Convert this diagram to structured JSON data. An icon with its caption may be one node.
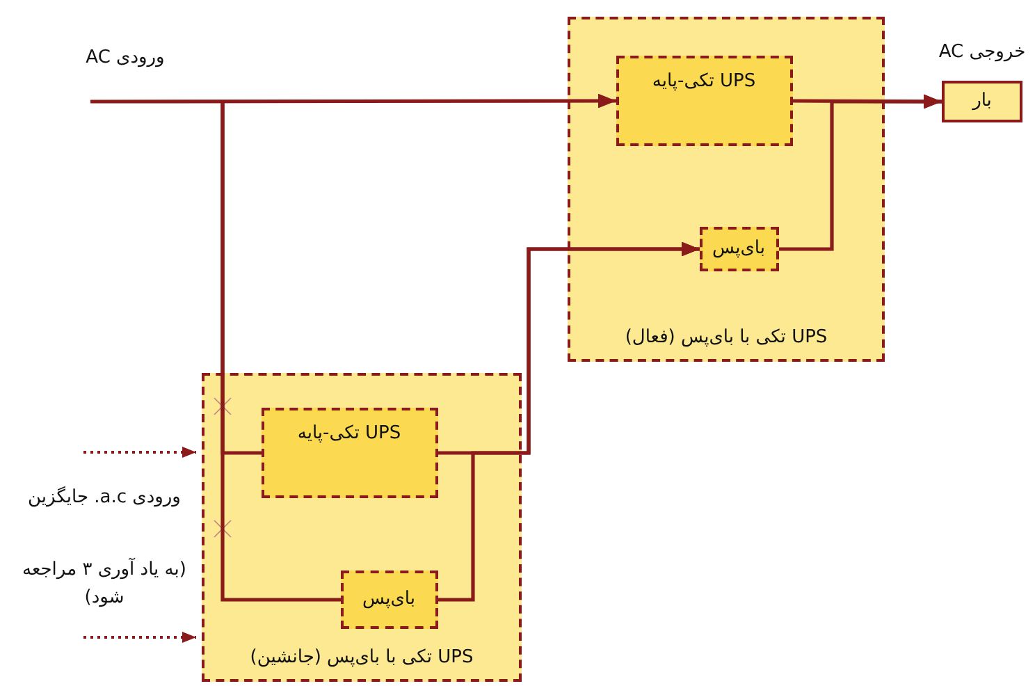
{
  "diagram": {
    "nodes": [
      {
        "text": [
          "UPS تکی با بای‌پس (فعال)"
        ]
      },
      {
        "text": [
          "UPS تکی-پایه"
        ],
        "in": 0
      },
      {
        "text": [
          "بای‌پس"
        ],
        "in": 0
      },
      {
        "text": [
          "UPS تکی با بای‌پس (جانشین)"
        ]
      },
      {
        "text": [
          "UPS تکی-پایه"
        ],
        "in": 3
      },
      {
        "text": [
          "بای‌پس"
        ],
        "in": 3
      },
      {
        "text": [
          "بار"
        ],
        "beside": [
          "خروجی AC"
        ]
      }
    ],
    "edges": [
      {
        "from": null,
        "to": 1,
        "arrow": "to"
      },
      {
        "from": null,
        "to": 4,
        "arrow": "none"
      },
      {
        "from": null,
        "to": 5,
        "arrow": "none"
      },
      {
        "from": 4,
        "to": 2,
        "arrow": "to"
      },
      {
        "from": 5,
        "to": 2,
        "arrow": "to"
      },
      {
        "from": 1,
        "to": 6,
        "arrow": "to"
      },
      {
        "from": 2,
        "to": 6,
        "arrow": "to"
      },
      {
        "from": null,
        "to": 3,
        "arrow": "to",
        "style": "dashed"
      },
      {
        "from": null,
        "to": 3,
        "arrow": "to",
        "style": "dashed"
      }
    ],
    "labels": [
      "ورودی AC",
      "ورودی a.c. جایگزین",
      "(به یاد آوری ۳ مراجعه شود)"
    ]
  }
}
